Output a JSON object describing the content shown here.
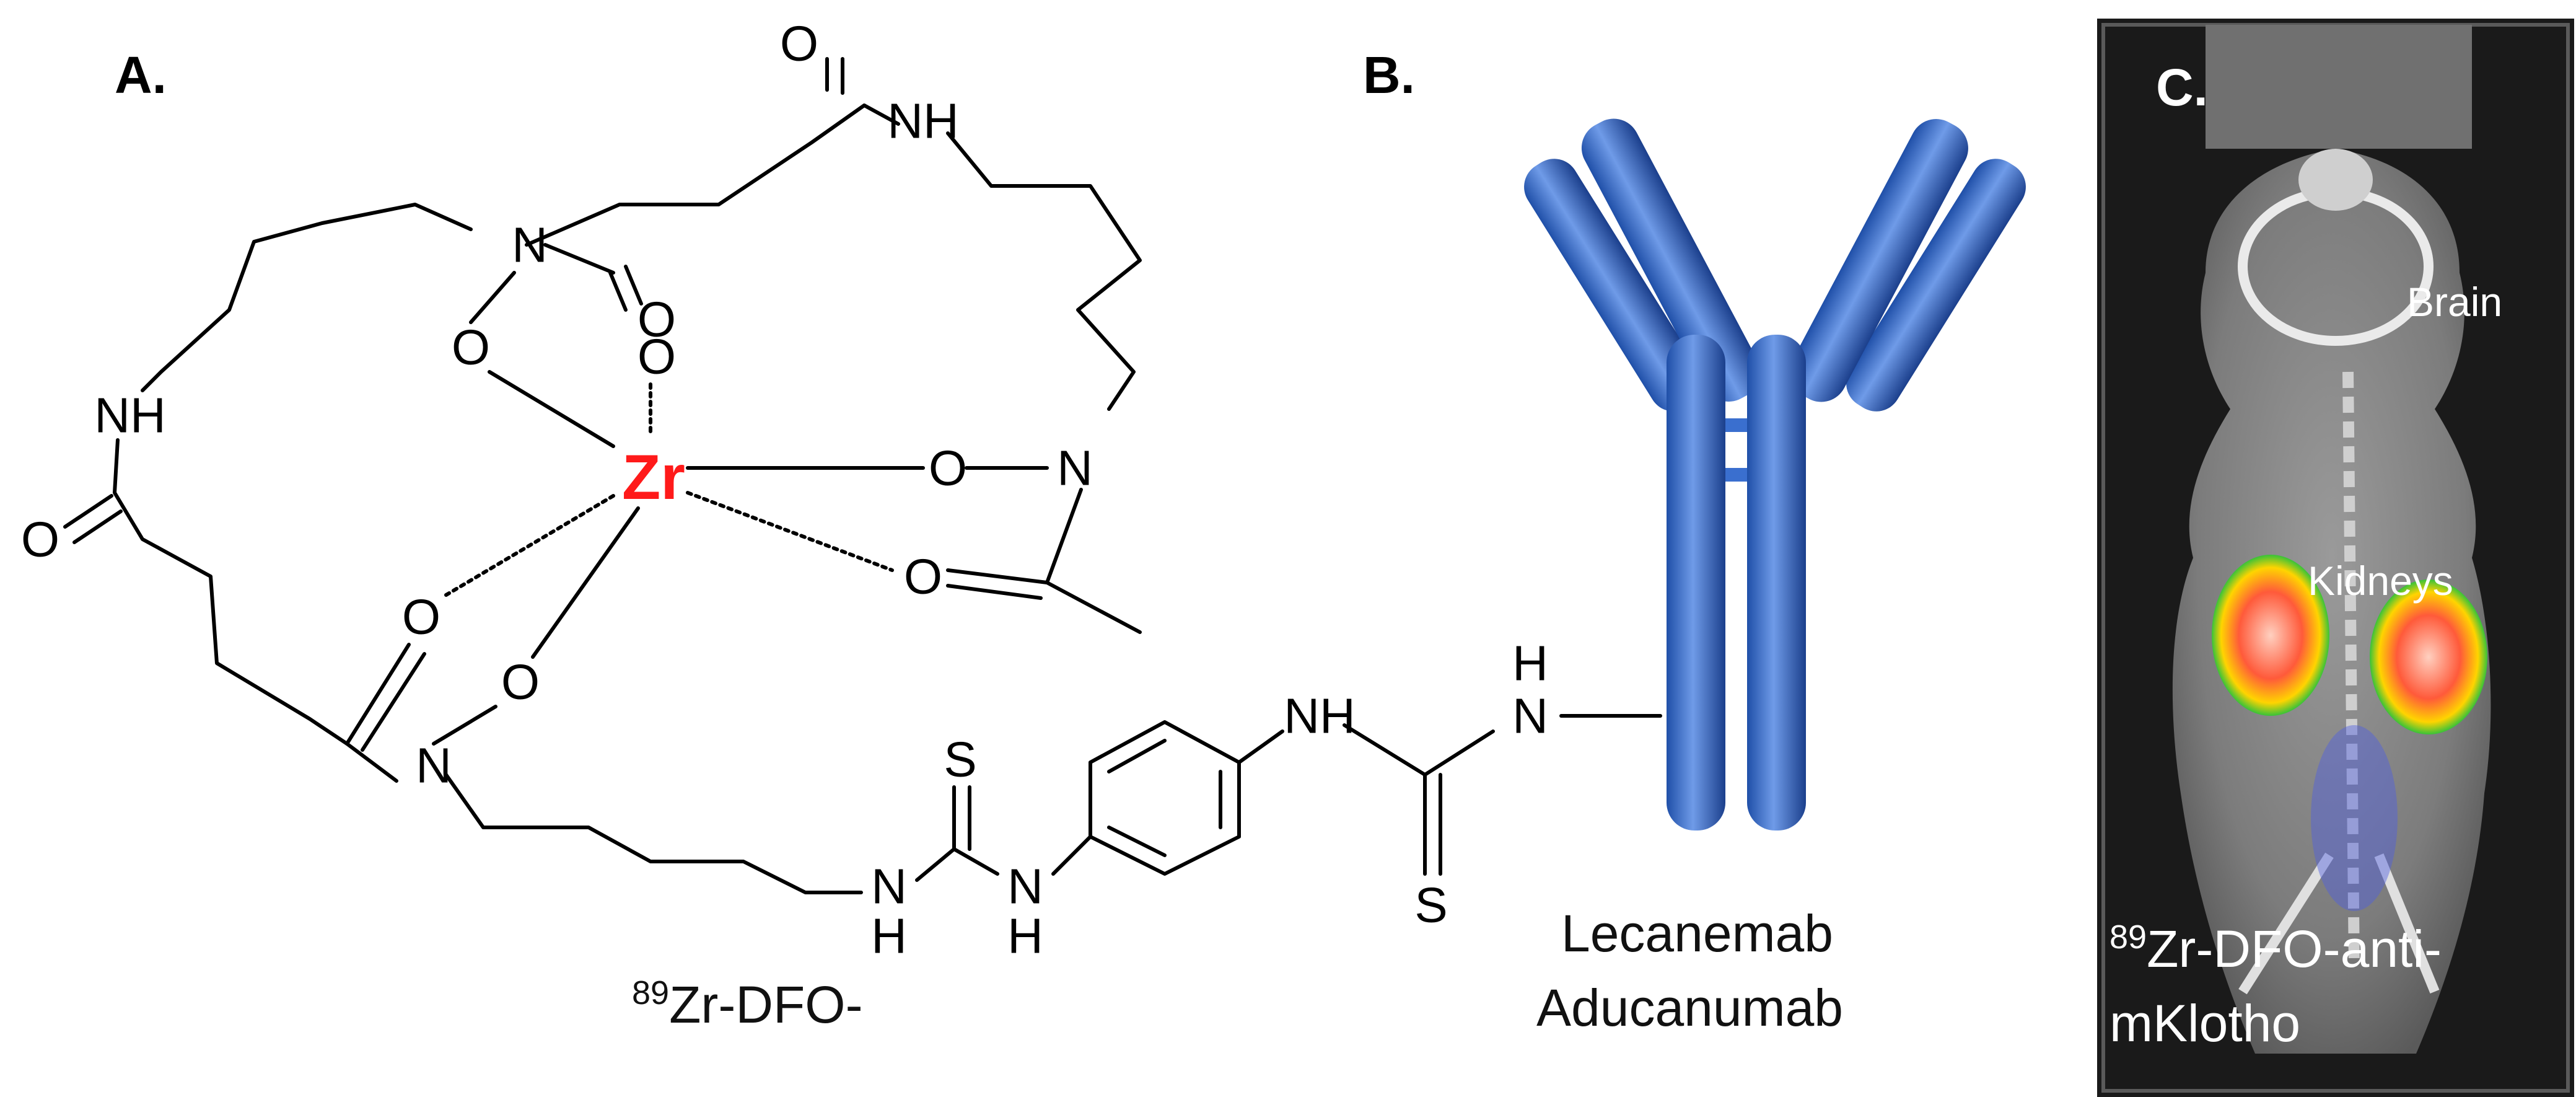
{
  "panels": {
    "a": {
      "label": "A.",
      "caption_sup": "89",
      "caption_text": "Zr-DFO-"
    },
    "b": {
      "label": "B.",
      "caption_line1": "Lecanemab",
      "caption_line2": "Aducanumab"
    },
    "c": {
      "label": "C.",
      "brain_label": "Brain",
      "kidneys_label": "Kidneys",
      "caption_sup": "89",
      "caption_line1": "Zr-DFO-anti-",
      "caption_line2": "mKlotho"
    }
  },
  "atoms": {
    "metal": "Zr",
    "oxygen": "O",
    "nitrogen": "N",
    "amine": "NH",
    "amine_h": "H",
    "sulfur": "S"
  },
  "colors": {
    "metal": "#ff1a1a",
    "antibody": "#3a6fcf",
    "ct_background": "#1a1a1a",
    "pet_hot": "#ff3a2a"
  }
}
